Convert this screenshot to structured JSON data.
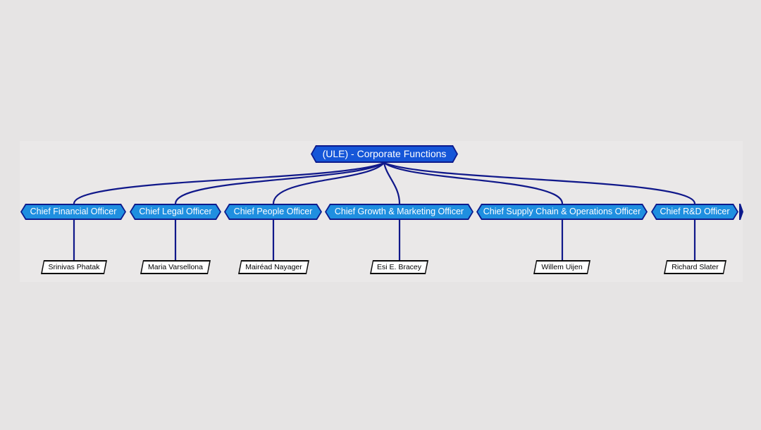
{
  "root": {
    "label": "(ULE) - Corporate Functions"
  },
  "roles": [
    {
      "title": "Chief Financial Officer",
      "person": "Srinivas Phatak"
    },
    {
      "title": "Chief Legal Officer",
      "person": "Maria Varsellona"
    },
    {
      "title": "Chief People Officer",
      "person": "Mairéad Nayager"
    },
    {
      "title": "Chief Growth & Marketing Officer",
      "person": "Esi E. Bracey"
    },
    {
      "title": "Chief Supply Chain & Operations Officer",
      "person": "Willem Uijen"
    },
    {
      "title": "Chief R&D Officer",
      "person": "Richard Slater"
    }
  ],
  "colors": {
    "connector": "#10188a",
    "node_fill": "#1f8fe0",
    "root_fill": "#1556d8",
    "node_border": "#0d1a8c"
  }
}
